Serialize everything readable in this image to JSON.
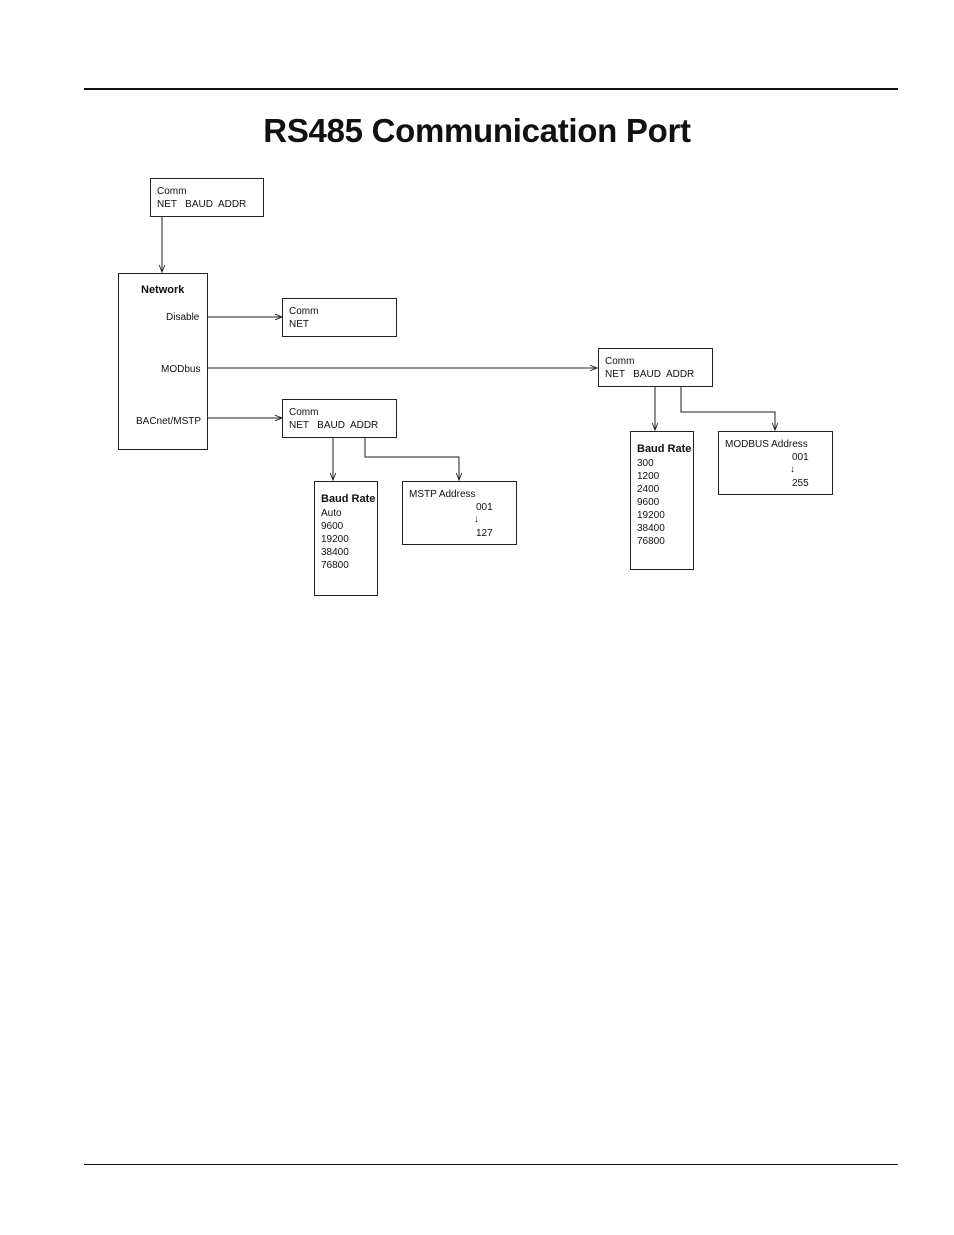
{
  "title": "RS485 Communication Port",
  "root": {
    "line1": "Comm",
    "line2": "NET   BAUD  ADDR"
  },
  "network": {
    "heading": "Network",
    "opt_disable": "Disable",
    "opt_modbus": "MODbus",
    "opt_bacnet": "BACnet/MSTP"
  },
  "disable_screen": {
    "line1": "Comm",
    "line2": "NET"
  },
  "bacnet_screen": {
    "line1": "Comm",
    "line2": "NET   BAUD  ADDR"
  },
  "bacnet_baud": {
    "heading": "Baud Rate",
    "values": [
      "Auto",
      "9600",
      "19200",
      "38400",
      "76800"
    ]
  },
  "mstp_address": {
    "heading": "MSTP Address",
    "min": "001",
    "arrow": "↓",
    "max": "127"
  },
  "modbus_screen": {
    "line1": "Comm",
    "line2": "NET   BAUD  ADDR"
  },
  "modbus_baud": {
    "heading": "Baud Rate",
    "values": [
      "300",
      "1200",
      "2400",
      "9600",
      "19200",
      "38400",
      "76800"
    ]
  },
  "modbus_address": {
    "heading": "MODBUS Address",
    "min": "001",
    "arrow": "↓",
    "max": "255"
  }
}
